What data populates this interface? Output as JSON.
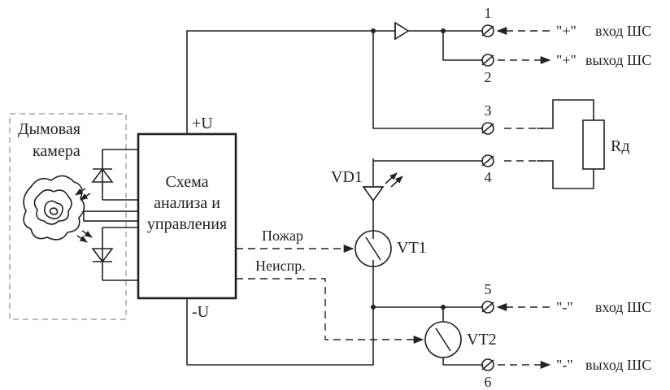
{
  "chamber": {
    "line1": "Дымовая",
    "line2": "камера"
  },
  "unit": {
    "line1": "Схема",
    "line2": "анализа и",
    "line3": "управления"
  },
  "supply": {
    "plus": "+U",
    "minus": "-U"
  },
  "signals": {
    "fire": "Пожар",
    "fault": "Неиспр."
  },
  "components": {
    "vd1": "VD1",
    "vt1": "VT1",
    "vt2": "VT2",
    "resistor": "Rд"
  },
  "terminals": [
    "1",
    "2",
    "3",
    "4",
    "5",
    "6"
  ],
  "io": {
    "plus_in": {
      "sign": "\"+\"",
      "label": "вход ШС"
    },
    "plus_out": {
      "sign": "\"+\"",
      "label": "выход ШС"
    },
    "minus_in": {
      "sign": "\"-\"",
      "label": "вход ШС"
    },
    "minus_out": {
      "sign": "\"-\"",
      "label": "выход ШС"
    }
  }
}
